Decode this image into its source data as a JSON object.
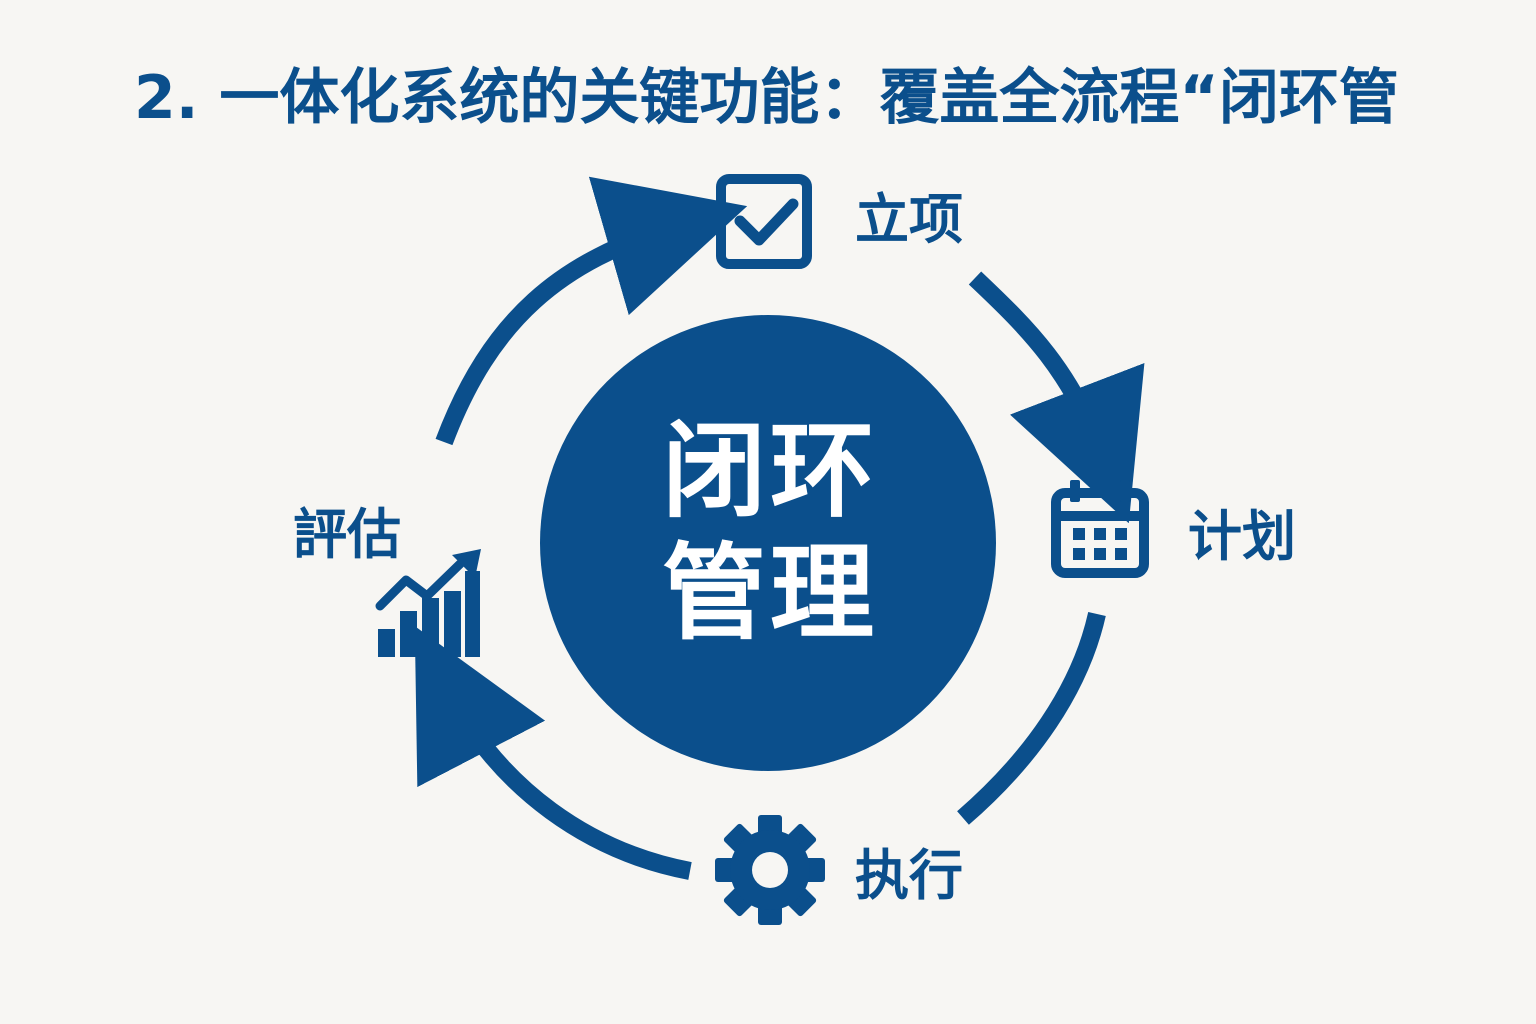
{
  "title": "2. 一体化系统的关键功能：覆盖全流程“闭环管",
  "center": {
    "line1": "闭环",
    "line2": "管理"
  },
  "stages": {
    "initiation": {
      "label": "立项",
      "icon": "checkbox-icon"
    },
    "plan": {
      "label": "计划",
      "icon": "calendar-icon"
    },
    "execute": {
      "label": "执行",
      "icon": "gear-icon"
    },
    "evaluate": {
      "label": "評估",
      "icon": "growth-chart-icon"
    }
  },
  "colors": {
    "primary": "#0b4f8c",
    "background": "#f7f6f3",
    "center_text": "#ffffff"
  }
}
